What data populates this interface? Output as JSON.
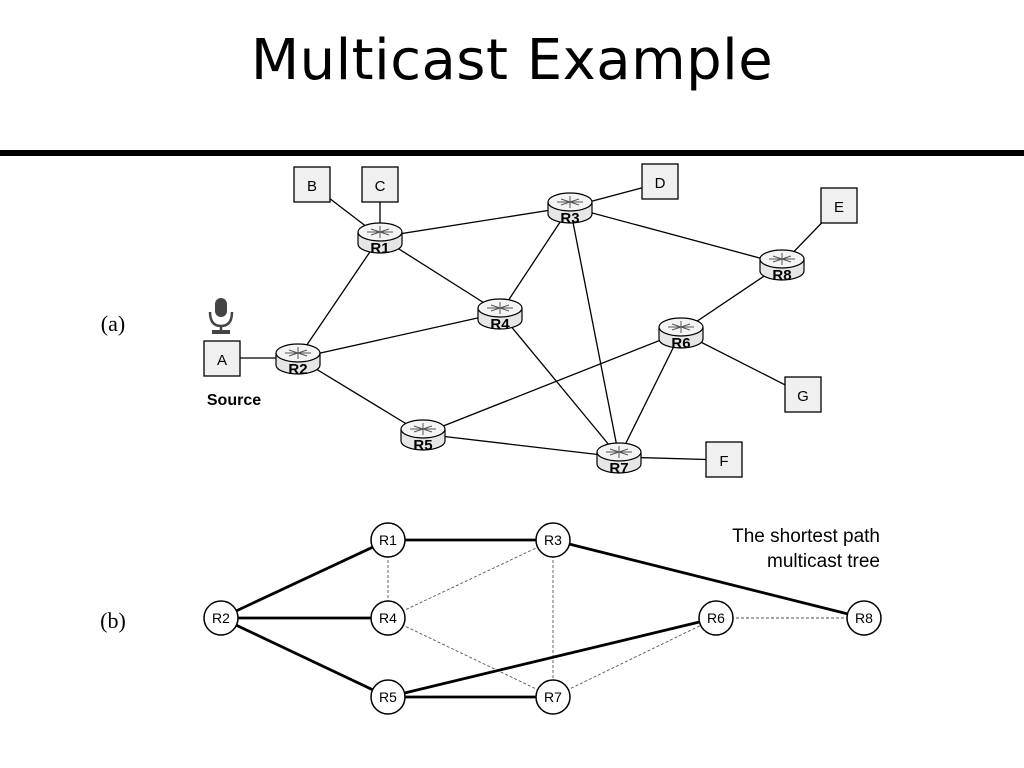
{
  "title": "Multicast Example",
  "panel_a": {
    "label": "(a)",
    "source_label": "Source",
    "routers": [
      "R1",
      "R2",
      "R3",
      "R4",
      "R5",
      "R6",
      "R7",
      "R8"
    ],
    "hosts": [
      "A",
      "B",
      "C",
      "D",
      "E",
      "F",
      "G"
    ]
  },
  "panel_b": {
    "label": "(b)",
    "caption_line1": "The shortest path",
    "caption_line2": "multicast tree",
    "nodes": [
      "R1",
      "R2",
      "R3",
      "R4",
      "R5",
      "R6",
      "R7",
      "R8"
    ]
  }
}
